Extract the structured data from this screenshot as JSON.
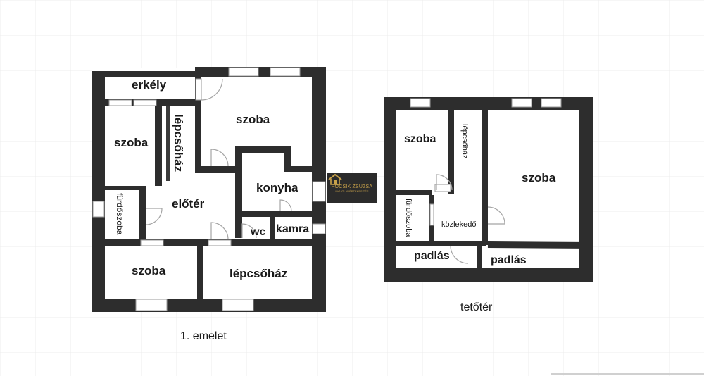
{
  "colors": {
    "wall": "#2d2d2d",
    "grid": "#ececec",
    "window": "#dcdcdc",
    "gold": "#c9a24a"
  },
  "logo": {
    "brand": "PÖCSIK ZSUZSA",
    "tagline": "INGATLANÉRTÉKESÍTÉS",
    "icon": "house-icon"
  },
  "floor1": {
    "caption": "1. emelet",
    "rooms": {
      "balcony": "erkély",
      "room_top_left": "szoba",
      "stairwell_vertical": "lépcsőház",
      "room_large": "szoba",
      "hall": "előtér",
      "kitchen": "konyha",
      "bathroom": "fürdőszoba",
      "wc": "wc",
      "pantry": "kamra",
      "room_bottom": "szoba",
      "stairwell": "lépcsőház"
    }
  },
  "attic": {
    "caption": "tetőtér",
    "rooms": {
      "room_small": "szoba",
      "stairwell": "lépcsőház",
      "room_large": "szoba",
      "bathroom": "fürdőszoba",
      "corridor": "közlekedő",
      "loft_left": "padlás",
      "loft_right": "padlás"
    }
  }
}
